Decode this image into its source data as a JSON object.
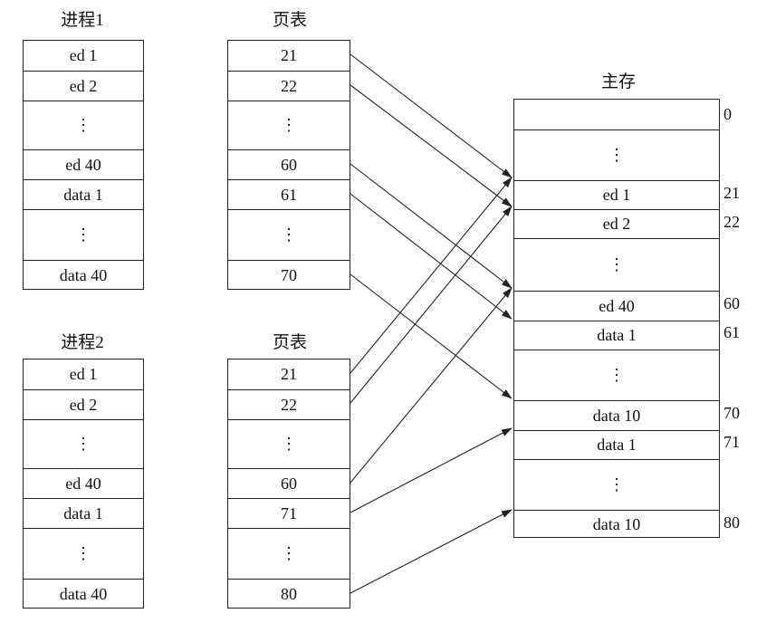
{
  "process1": {
    "title": "进程1",
    "cells": [
      "ed 1",
      "ed 2",
      "⋮",
      "ed 40",
      "data 1",
      "⋮",
      "data 40"
    ]
  },
  "pagetable1": {
    "title": "页表",
    "cells": [
      "21",
      "22",
      "⋮",
      "60",
      "61",
      "⋮",
      "70"
    ]
  },
  "process2": {
    "title": "进程2",
    "cells": [
      "ed 1",
      "ed 2",
      "⋮",
      "ed 40",
      "data 1",
      "⋮",
      "data 40"
    ]
  },
  "pagetable2": {
    "title": "页表",
    "cells": [
      "21",
      "22",
      "⋮",
      "60",
      "71",
      "⋮",
      "80"
    ]
  },
  "memory": {
    "title": "主存",
    "cells": [
      "",
      "⋮",
      "ed 1",
      "ed 2",
      "⋮",
      "ed 40",
      "data 1",
      "⋮",
      "data 10",
      "data 1",
      "⋮",
      "data 10"
    ],
    "addresses": [
      "0",
      "",
      "21",
      "22",
      "",
      "60",
      "61",
      "",
      "70",
      "71",
      "",
      "80"
    ]
  }
}
